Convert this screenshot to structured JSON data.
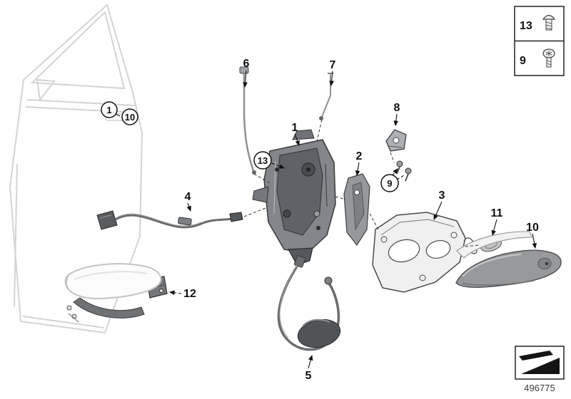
{
  "diagram": {
    "part_number": "496775",
    "callouts": {
      "door_1": "1",
      "door_10": "10",
      "n1": "1",
      "n2": "2",
      "n3": "3",
      "n4": "4",
      "n5": "5",
      "n6": "6",
      "n7": "7",
      "n8": "8",
      "n9": "9",
      "n10": "10",
      "n11": "11",
      "n12": "12",
      "n13": "13"
    },
    "legend": {
      "rows": [
        {
          "label": "13",
          "icon": "dome-head-screw-icon"
        },
        {
          "label": "9",
          "icon": "torx-screw-icon"
        }
      ]
    },
    "colors": {
      "line_light": "#d4d4d4",
      "metal_dark": "#5f6266",
      "metal_mid": "#8a8d90",
      "metal_light": "#ececec",
      "black": "#111111"
    }
  }
}
